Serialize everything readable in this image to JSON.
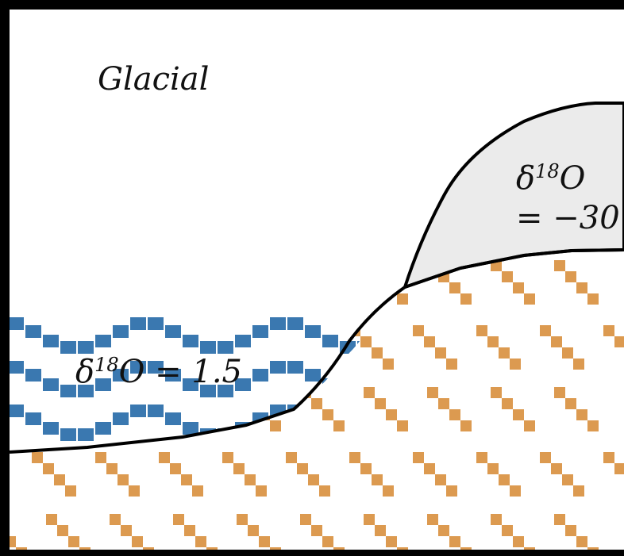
{
  "diagram": {
    "title": "Glacial",
    "ocean_label": {
      "delta": "δ",
      "sup": "18",
      "rest": "O = 1.5"
    },
    "ice_label": {
      "line1_delta": "δ",
      "line1_sup": "18",
      "line1_rest": "O",
      "line2": "= −30"
    }
  },
  "colors": {
    "frame": "#000000",
    "water": "#3a78b0",
    "land": "#dc9a50",
    "ice_fill": "#ebebeb",
    "outline": "#000000"
  }
}
